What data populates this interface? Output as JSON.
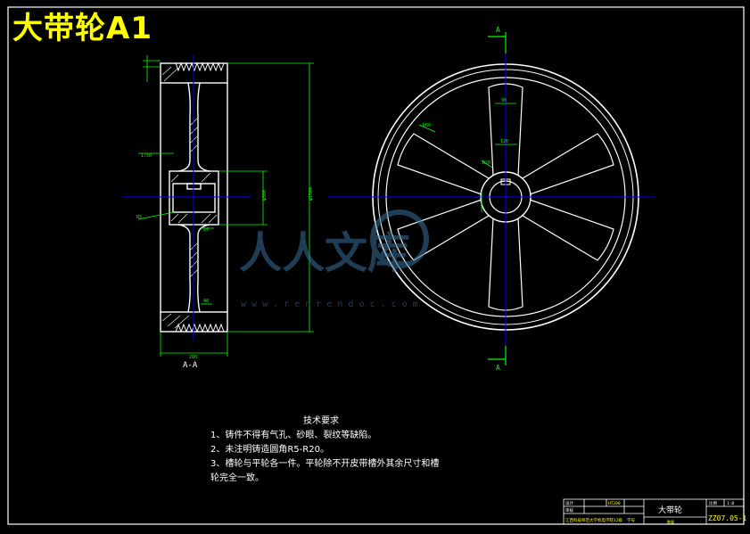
{
  "title": "大带轮A1",
  "section_view_label": "A-A",
  "cut_marks": {
    "top": "A",
    "bottom": "A"
  },
  "watermark": {
    "text": "人人文库",
    "url": "w w w . r e n r e n d o c . c o m"
  },
  "tech_requirements": {
    "heading": "技术要求",
    "items": [
      "1、铸件不得有气孔、砂眼、裂纹等缺陷。",
      "2、未注明铸造圆角R5-R20。",
      "3、槽轮与平轮各一件。平轮除不开皮带槽外其余尺寸和槽",
      "轮完全一致。"
    ]
  },
  "title_block": {
    "part_name": "大带轮",
    "drawing_no": "ZZ07.05-1",
    "material": "HT200",
    "scale_label": "比例",
    "scale_value": "1:8",
    "designer_label": "设计",
    "checker_label": "审核",
    "org_text": "江西科技师范大学机电学院12级",
    "org_text2": "学号",
    "qty": "数量"
  },
  "colors": {
    "background": "#000000",
    "outline": "#ffffff",
    "dimension": "#00ff00",
    "centerline": "#0000ff",
    "title": "#ffff00",
    "cutting_plane": "#00ff00"
  }
}
